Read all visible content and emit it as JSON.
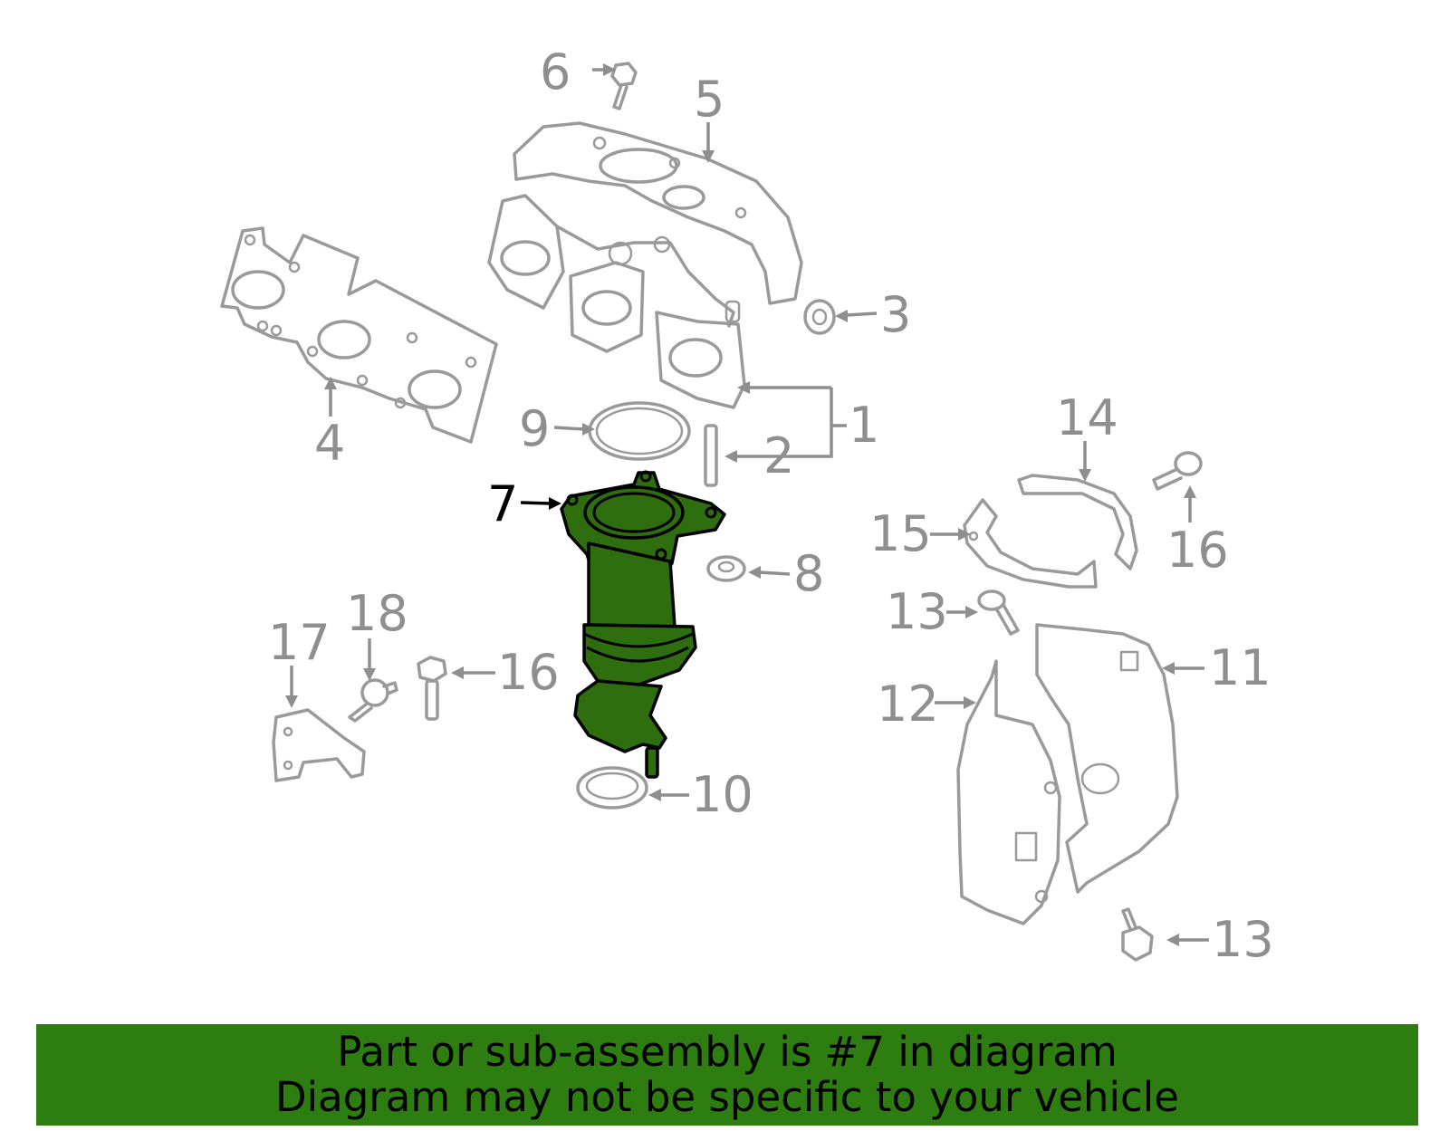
{
  "highlight_color": "#2e7d10",
  "highlighted_callout": "7",
  "callouts": {
    "c1": "1",
    "c2": "2",
    "c3": "3",
    "c4": "4",
    "c5": "5",
    "c6": "6",
    "c7": "7",
    "c8": "8",
    "c9": "9",
    "c10": "10",
    "c11": "11",
    "c12": "12",
    "c13a": "13",
    "c13b": "13",
    "c14": "14",
    "c15": "15",
    "c16a": "16",
    "c16b": "16",
    "c17": "17",
    "c18": "18"
  },
  "banner": {
    "line1": "Part or sub-assembly is #7 in diagram",
    "line2": "Diagram may not be specific to your vehicle"
  }
}
